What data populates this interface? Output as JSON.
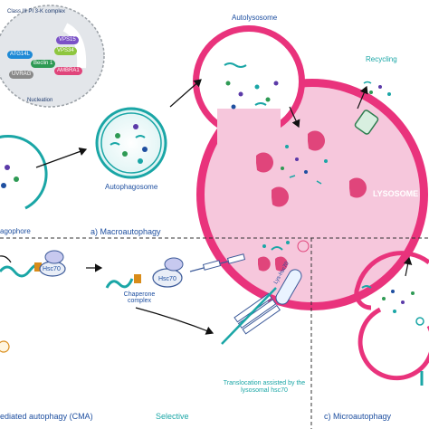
{
  "inset": {
    "title": "Class III PI 3-K complex",
    "caption": "Nucleation",
    "proteins": [
      {
        "label": "VPS15",
        "color": "#7b52c7"
      },
      {
        "label": "VPS34",
        "color": "#8ec63f"
      },
      {
        "label": "ATG14L",
        "color": "#1f8ad6"
      },
      {
        "label": "Beclin 1",
        "color": "#2e9a54"
      },
      {
        "label": "UVRAG",
        "color": "#8a8a8a"
      },
      {
        "label": "AMBRA1",
        "color": "#e0457b"
      }
    ]
  },
  "labels": {
    "autolysosome": "Autolysosome",
    "recycling": "Recycling",
    "autophagosome": "Autophagosome",
    "phagophore": "agophore",
    "lysosome": "LYSOSOME",
    "macroautophagy": "a) Macroautophagy",
    "hsc70_free": "Hsc70",
    "hsc70_bound": "Hsc70",
    "chaperone_complex": "Chaperone complex",
    "lamp2a": "Lys-hsc70",
    "translocation": "Translocation assisted by the lysosomal hsc70",
    "cma": "ediated autophagy (CMA)",
    "selective": "Selective",
    "microautophagy": "c) Microautophagy"
  },
  "colors": {
    "lysosome": "#e9337c",
    "lysosome_light": "#f6c7dc",
    "teal": "#1aa6a6",
    "navy": "#1e4fa0",
    "cargo_green": "#2e9a54",
    "cargo_purple": "#5b3aa8"
  }
}
